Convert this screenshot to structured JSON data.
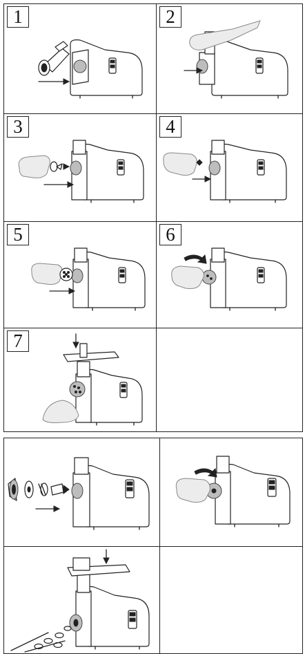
{
  "section_a": {
    "steps": [
      {
        "number": "1",
        "caption_icon": "grinder-head-attach-icon"
      },
      {
        "number": "2",
        "caption_icon": "head-twist-lock-icon"
      },
      {
        "number": "3",
        "caption_icon": "screw-and-blade-insert-icon"
      },
      {
        "number": "4",
        "caption_icon": "blade-insert-icon"
      },
      {
        "number": "5",
        "caption_icon": "plate-insert-icon"
      },
      {
        "number": "6",
        "caption_icon": "ring-tighten-icon"
      },
      {
        "number": "7",
        "caption_icon": "tray-and-mince-icon"
      }
    ]
  },
  "section_b": {
    "panels": [
      {
        "caption_icon": "sausage-kit-assembly-icon"
      },
      {
        "caption_icon": "sausage-ring-tighten-icon"
      },
      {
        "caption_icon": "kibbe-output-icon"
      }
    ]
  },
  "appliance": {
    "control_panel_icon": "control-buttons-icon"
  }
}
